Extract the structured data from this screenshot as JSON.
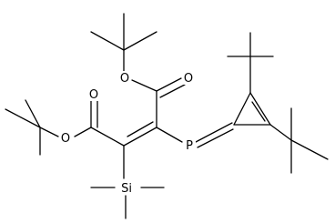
{
  "molecule": {
    "atoms": {
      "o_ester_top": "O",
      "o_carbonyl_top": "O",
      "o_carbonyl_left": "O",
      "o_ester_left": "O",
      "phosphorus": "P",
      "silicon": "Si"
    }
  },
  "colors": {
    "bond": "#000000",
    "label": "#000000",
    "background": "#ffffff"
  }
}
